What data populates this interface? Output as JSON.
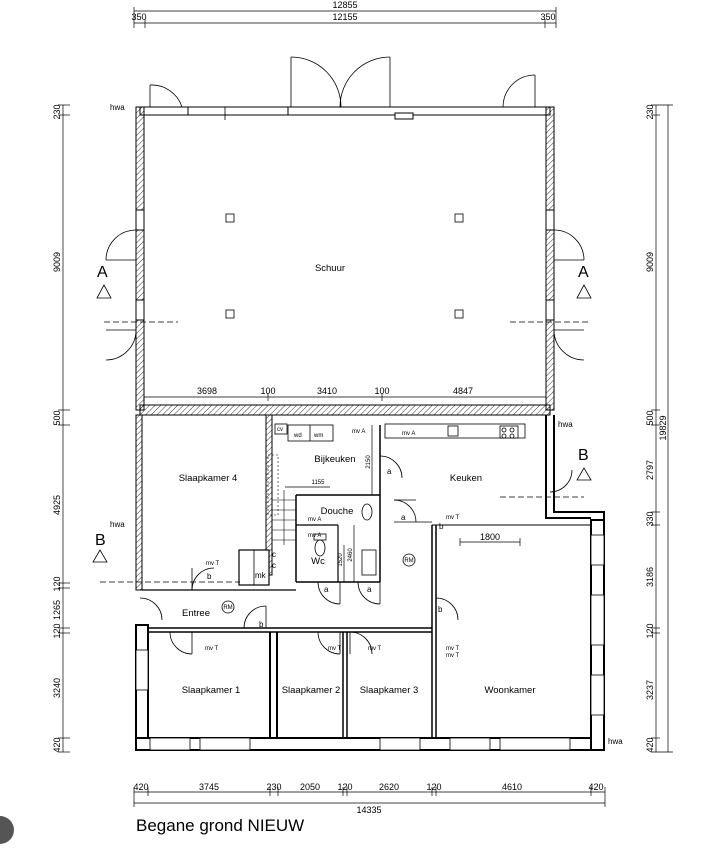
{
  "title": "Begane grond NIEUW",
  "dims_top": {
    "total": "12855",
    "left": "350",
    "middle": "12155",
    "right": "350"
  },
  "dims_bottom": {
    "segments": [
      "420",
      "3745",
      "230",
      "2050",
      "120",
      "2620",
      "120",
      "4610",
      "420"
    ],
    "total": "14335"
  },
  "dims_left": [
    "230",
    "9009",
    "500",
    "4925",
    "120",
    "1265",
    "120",
    "3240",
    "420"
  ],
  "dims_right": [
    "230",
    "9009",
    "500",
    "2797",
    "330",
    "3186",
    "120",
    "3237",
    "420"
  ],
  "dims_right_total": "19829",
  "dims_inner": [
    "3698",
    "100",
    "3410",
    "100",
    "4847"
  ],
  "dims_misc": {
    "wall_1800": "1800",
    "d1155": "1155",
    "d2150": "2150",
    "d2460": "2460",
    "d1520": "1520"
  },
  "rooms": {
    "schuur": "Schuur",
    "slaapkamer4": "Slaapkamer 4",
    "bijkeuken": "Bijkeuken",
    "keuken": "Keuken",
    "douche": "Douche",
    "wc": "Wc",
    "entree": "Entree",
    "slaapkamer1": "Slaapkamer 1",
    "slaapkamer2": "Slaapkamer 2",
    "slaapkamer3": "Slaapkamer 3",
    "woonkamer": "Woonkamer"
  },
  "labels": {
    "hwa": "hwa",
    "section_a": "A",
    "section_b": "B",
    "door_a": "a",
    "door_b": "b",
    "door_c": "c",
    "mk": "mk",
    "cv": "cv",
    "wd": "wd",
    "wm": "wm",
    "mv_a": "mv A",
    "mv_t": "mv T",
    "rm": "RM"
  }
}
